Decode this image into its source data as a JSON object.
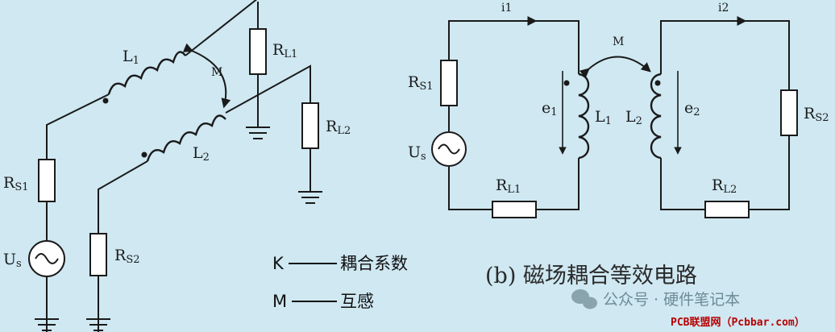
{
  "left": {
    "L1": "L",
    "L1_sub": "1",
    "L2": "L",
    "L2_sub": "2",
    "M": "M",
    "RL1": "R",
    "RL1_sub": "L1",
    "RL2": "R",
    "RL2_sub": "L2",
    "RS1": "R",
    "RS1_sub": "S1",
    "RS2": "R",
    "RS2_sub": "S2",
    "US": "U",
    "US_sub": "s"
  },
  "legend": {
    "k_key": "K",
    "k_text": "耦合系数",
    "m_key": "M",
    "m_text": "互感"
  },
  "right": {
    "i1": "i1",
    "i2": "i2",
    "M": "M",
    "RS1": "R",
    "RS1_sub": "S1",
    "RS2": "R",
    "RS2_sub": "S2",
    "US": "U",
    "US_sub": "s",
    "e1": "e",
    "e1_sub": "1",
    "e2": "e",
    "e2_sub": "2",
    "L1": "L",
    "L1_sub": "1",
    "L2": "L",
    "L2_sub": "2",
    "RL1": "R",
    "RL1_sub": "L1",
    "RL2": "R",
    "RL2_sub": "L2",
    "caption": "(b) 磁场耦合等效电路"
  },
  "watermark": {
    "account": "公众号 · 硬件笔记本",
    "site": "PCB联盟网（Pcbbar.com）"
  }
}
